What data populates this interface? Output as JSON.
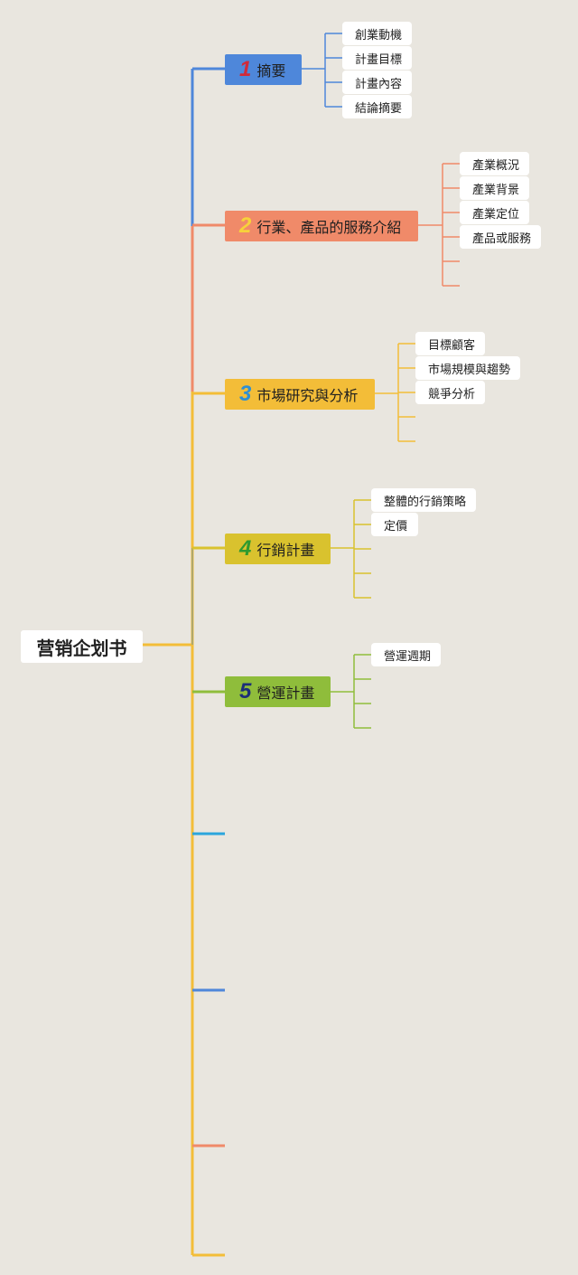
{
  "root": {
    "label": "营销企划书"
  },
  "branches": [
    {
      "num": "1",
      "label": "摘要",
      "color": "#4e87da",
      "num_color": "#d12a3a",
      "leaves": [
        "創業動機",
        "計畫目標",
        "計畫內容",
        "結論摘要"
      ]
    },
    {
      "num": "2",
      "label": "行業、產品的服務介紹",
      "color": "#f08a69",
      "num_color": "#f7d23a",
      "leaves": [
        "產業概況",
        "產業背景",
        "產業定位",
        "產品或服務"
      ]
    },
    {
      "num": "3",
      "label": "市場研究與分析",
      "color": "#f3bd38",
      "num_color": "#2e8fd4",
      "leaves": [
        "目標顧客",
        "市場規模與趨勢",
        "競爭分析"
      ]
    },
    {
      "num": "4",
      "label": "行銷計畫",
      "color": "#d9c22e",
      "num_color": "#2f9a2f",
      "leaves": [
        "整體的行銷策略",
        "定價"
      ]
    },
    {
      "num": "5",
      "label": "營運計畫",
      "color": "#8fbd3b",
      "num_color": "#1c2f78",
      "leaves": [
        "營運週期"
      ]
    }
  ],
  "colors": {
    "trunk": "#f3bd38",
    "stub_1": "#2ba5dc",
    "stub_2": "#4e87da",
    "stub_3": "#f08a69"
  }
}
